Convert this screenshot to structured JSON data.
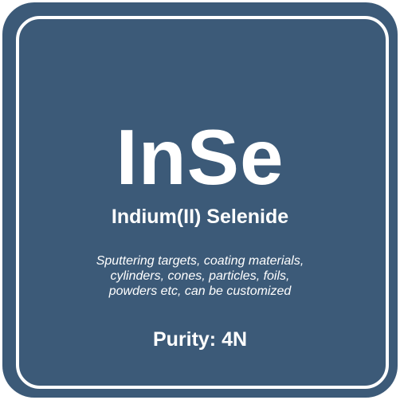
{
  "product": {
    "symbol": "InSe",
    "name": "Indium(II) Selenide",
    "description_lines": [
      "Sputtering targets, coating materials,",
      "cylinders, cones, particles, foils,",
      "powders etc, can be customized"
    ],
    "purity": "Purity: 4N"
  },
  "colors": {
    "tile_background": "#3c5a78",
    "border": "#ffffff",
    "text": "#ffffff"
  }
}
